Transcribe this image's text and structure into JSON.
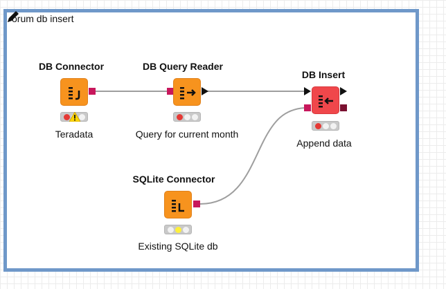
{
  "workflow": {
    "annotation_title": "orum db insert",
    "nodes": [
      {
        "id": "db-connector",
        "name": "DB Connector",
        "label": "Teradata",
        "status": "red",
        "warning": true,
        "color": "#f7931e"
      },
      {
        "id": "db-query-reader",
        "name": "DB Query Reader",
        "label": "Query for current month",
        "status": "red",
        "warning": false,
        "color": "#f7931e"
      },
      {
        "id": "db-insert",
        "name": "DB Insert",
        "label": "Append data",
        "status": "red",
        "warning": false,
        "color": "#f0474b"
      },
      {
        "id": "sqlite-connector",
        "name": "SQLite Connector",
        "label": "Existing SQLite db",
        "status": "yellow",
        "warning": false,
        "color": "#f7931e"
      }
    ],
    "colors": {
      "frame": "#6f98c9",
      "db_port": "#c8175c",
      "connection": "#9e9e9e"
    }
  }
}
